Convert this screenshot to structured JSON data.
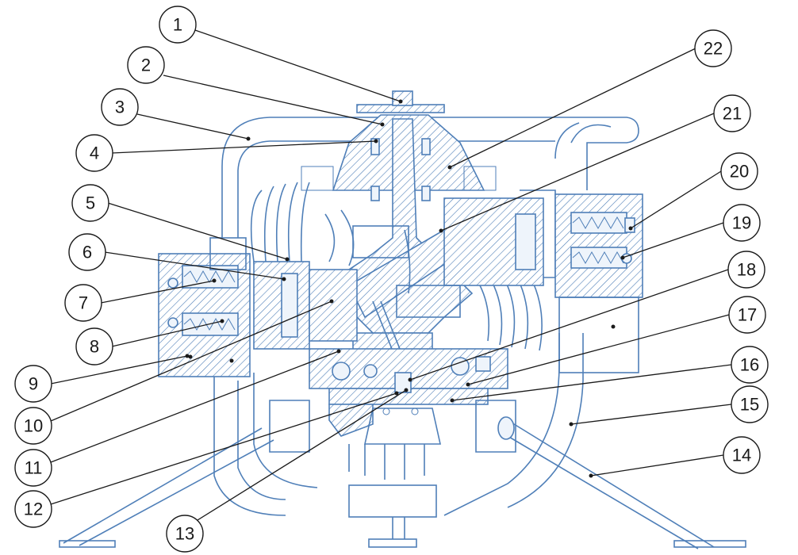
{
  "diagram": {
    "callouts": [
      {
        "id": "c1",
        "label": "1"
      },
      {
        "id": "c2",
        "label": "2"
      },
      {
        "id": "c3",
        "label": "3"
      },
      {
        "id": "c4",
        "label": "4"
      },
      {
        "id": "c5",
        "label": "5"
      },
      {
        "id": "c6",
        "label": "6"
      },
      {
        "id": "c7",
        "label": "7"
      },
      {
        "id": "c8",
        "label": "8"
      },
      {
        "id": "c9",
        "label": "9"
      },
      {
        "id": "c10",
        "label": "10"
      },
      {
        "id": "c11",
        "label": "11"
      },
      {
        "id": "c12",
        "label": "12"
      },
      {
        "id": "c13",
        "label": "13"
      },
      {
        "id": "c14",
        "label": "14"
      },
      {
        "id": "c15",
        "label": "15"
      },
      {
        "id": "c16",
        "label": "16"
      },
      {
        "id": "c17",
        "label": "17"
      },
      {
        "id": "c18",
        "label": "18"
      },
      {
        "id": "c19",
        "label": "19"
      },
      {
        "id": "c20",
        "label": "20"
      },
      {
        "id": "c21",
        "label": "21"
      },
      {
        "id": "c22",
        "label": "22"
      }
    ],
    "colors": {
      "drawing_line": "#4f7fb8",
      "callout_line": "#1a1a1a",
      "background": "#ffffff"
    }
  }
}
